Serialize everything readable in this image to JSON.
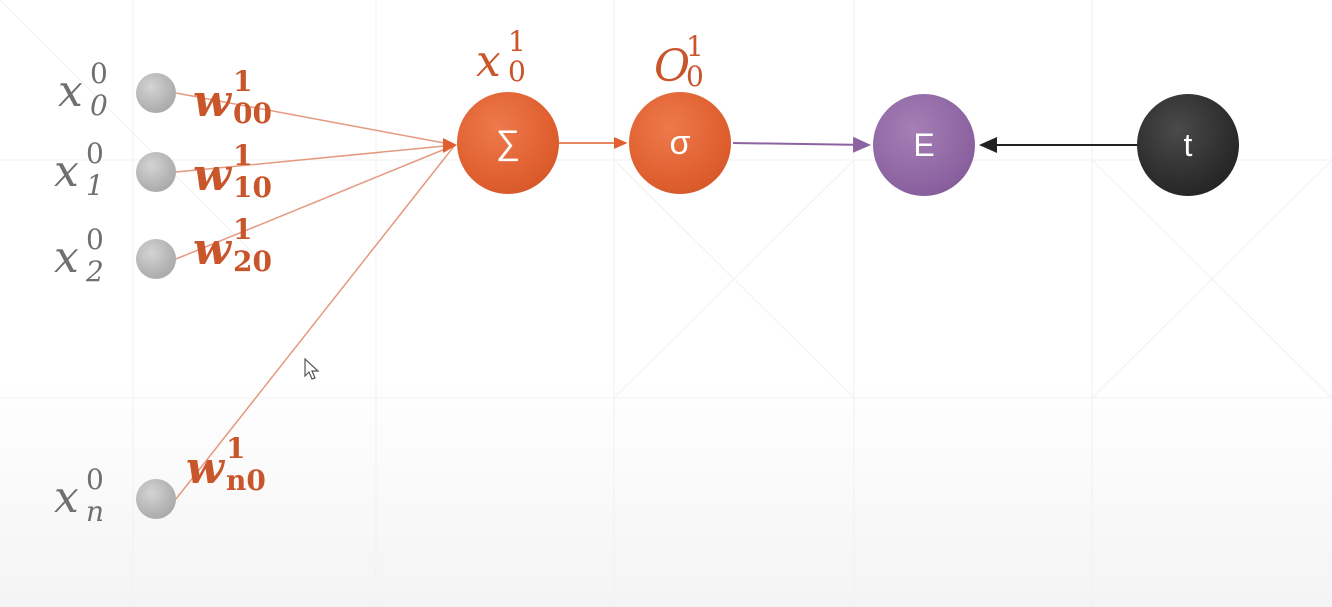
{
  "inputs": [
    {
      "base": "x",
      "sup": "0",
      "sub": "0",
      "weight": {
        "base": "w",
        "sup": "1",
        "sub": "00"
      }
    },
    {
      "base": "x",
      "sup": "0",
      "sub": "1",
      "weight": {
        "base": "w",
        "sup": "1",
        "sub": "10"
      }
    },
    {
      "base": "x",
      "sup": "0",
      "sub": "2",
      "weight": {
        "base": "w",
        "sup": "1",
        "sub": "20"
      }
    },
    {
      "base": "x",
      "sup": "0",
      "sub": "n",
      "weight": {
        "base": "w",
        "sup": "1",
        "sub": "n0"
      }
    }
  ],
  "sum_node": {
    "symbol": "∑",
    "label": {
      "base": "x",
      "sup": "1",
      "sub": "0"
    }
  },
  "activation_node": {
    "symbol": "σ",
    "label": {
      "base": "O",
      "sup": "1",
      "sub": "0"
    }
  },
  "error_node": {
    "symbol": "E"
  },
  "target_node": {
    "symbol": "t"
  },
  "colors": {
    "input": "#b0b0b0",
    "neuron": "#df5f2f",
    "error": "#8c63a0",
    "target": "#2a2a2a",
    "weight_text": "#c9552b",
    "input_text": "#707070"
  }
}
